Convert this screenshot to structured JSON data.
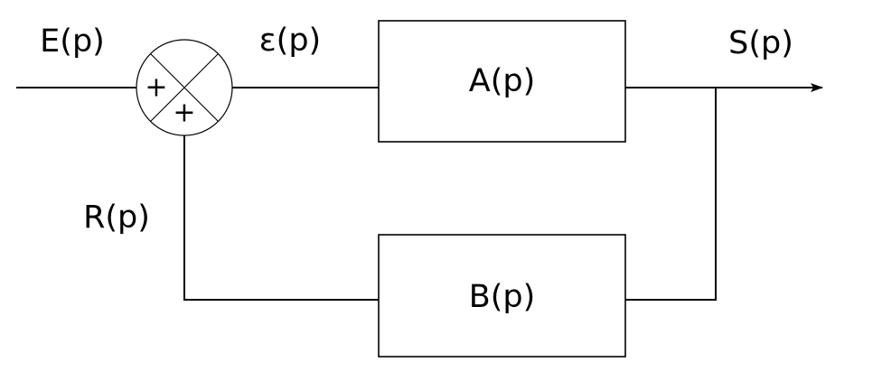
{
  "signals": {
    "input": "E(p)",
    "error": "ε(p)",
    "output": "S(p)",
    "feedback": "R(p)"
  },
  "blocks": {
    "forward": "A(p)",
    "feedback": "B(p)"
  },
  "summing_junction": {
    "left_sign": "+",
    "bottom_sign": "+"
  }
}
